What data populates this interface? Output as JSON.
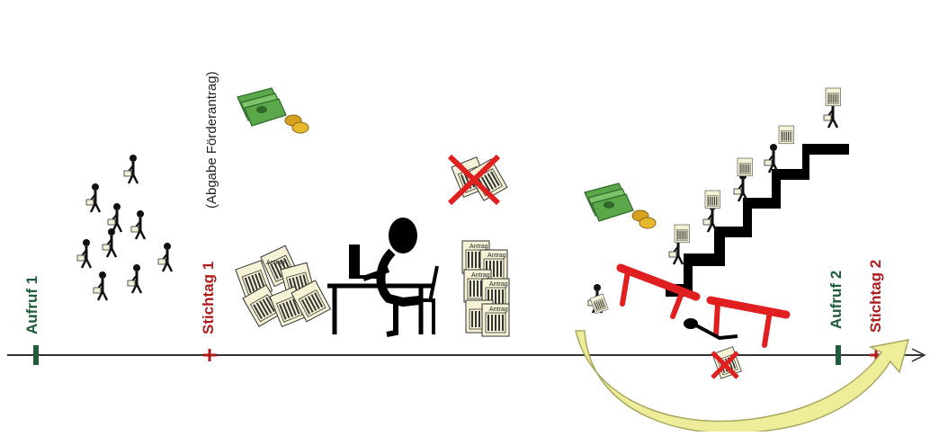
{
  "timeline": {
    "markers": [
      {
        "id": "aufruf1",
        "label": "Aufruf 1",
        "color": "#1f5c3a"
      },
      {
        "id": "stichtag1",
        "label": "Stichtag 1",
        "color": "#b01c1c"
      },
      {
        "id": "aufruf2",
        "label": "Aufruf 2",
        "color": "#1f5c3a"
      },
      {
        "id": "stichtag2",
        "label": "Stichtag 2",
        "color": "#b01c1c"
      }
    ],
    "stichtag1_note": "(Abgabe Förderantrag)",
    "document_label": "Antrag"
  },
  "colors": {
    "axis": "#333333",
    "aufruf": "#1f5c3a",
    "stichtag": "#b01c1c",
    "money": "#5aa84a",
    "coin": "#d8a020",
    "hurdle": "#e02020",
    "arrow_fill": "#eeee9a",
    "arrow_stroke": "#a8a860"
  },
  "icons": [
    "people-with-documents-icon",
    "money-icon",
    "document-pile-icon",
    "person-at-computer-icon",
    "rejected-document-icon",
    "application-stack-icon",
    "staircase-with-people-icon",
    "hurdle-icon",
    "curved-arrow-icon"
  ]
}
